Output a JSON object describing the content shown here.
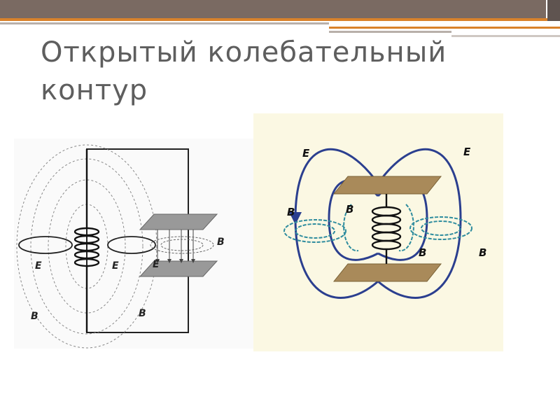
{
  "slide": {
    "title_line1": "Открытый колебательный",
    "title_line2": "контур"
  },
  "left_figure": {
    "labels": {
      "e1": "E",
      "e2": "E",
      "e3": "E",
      "b1": "B",
      "b2": "B",
      "b3": "B"
    }
  },
  "right_figure": {
    "labels": {
      "e1": "E",
      "e2": "E",
      "b1": "B",
      "b2": "B",
      "b3": "B",
      "b4": "B"
    }
  },
  "colors": {
    "band_dark": "#7a6a62",
    "accent_orange": "#d9822b",
    "title": "#5e5e5e",
    "right_bg": "#fbf8e3",
    "right_field": "#2b3f8f",
    "right_teal": "#2e8c9e",
    "right_plate": "#a98a5a"
  }
}
